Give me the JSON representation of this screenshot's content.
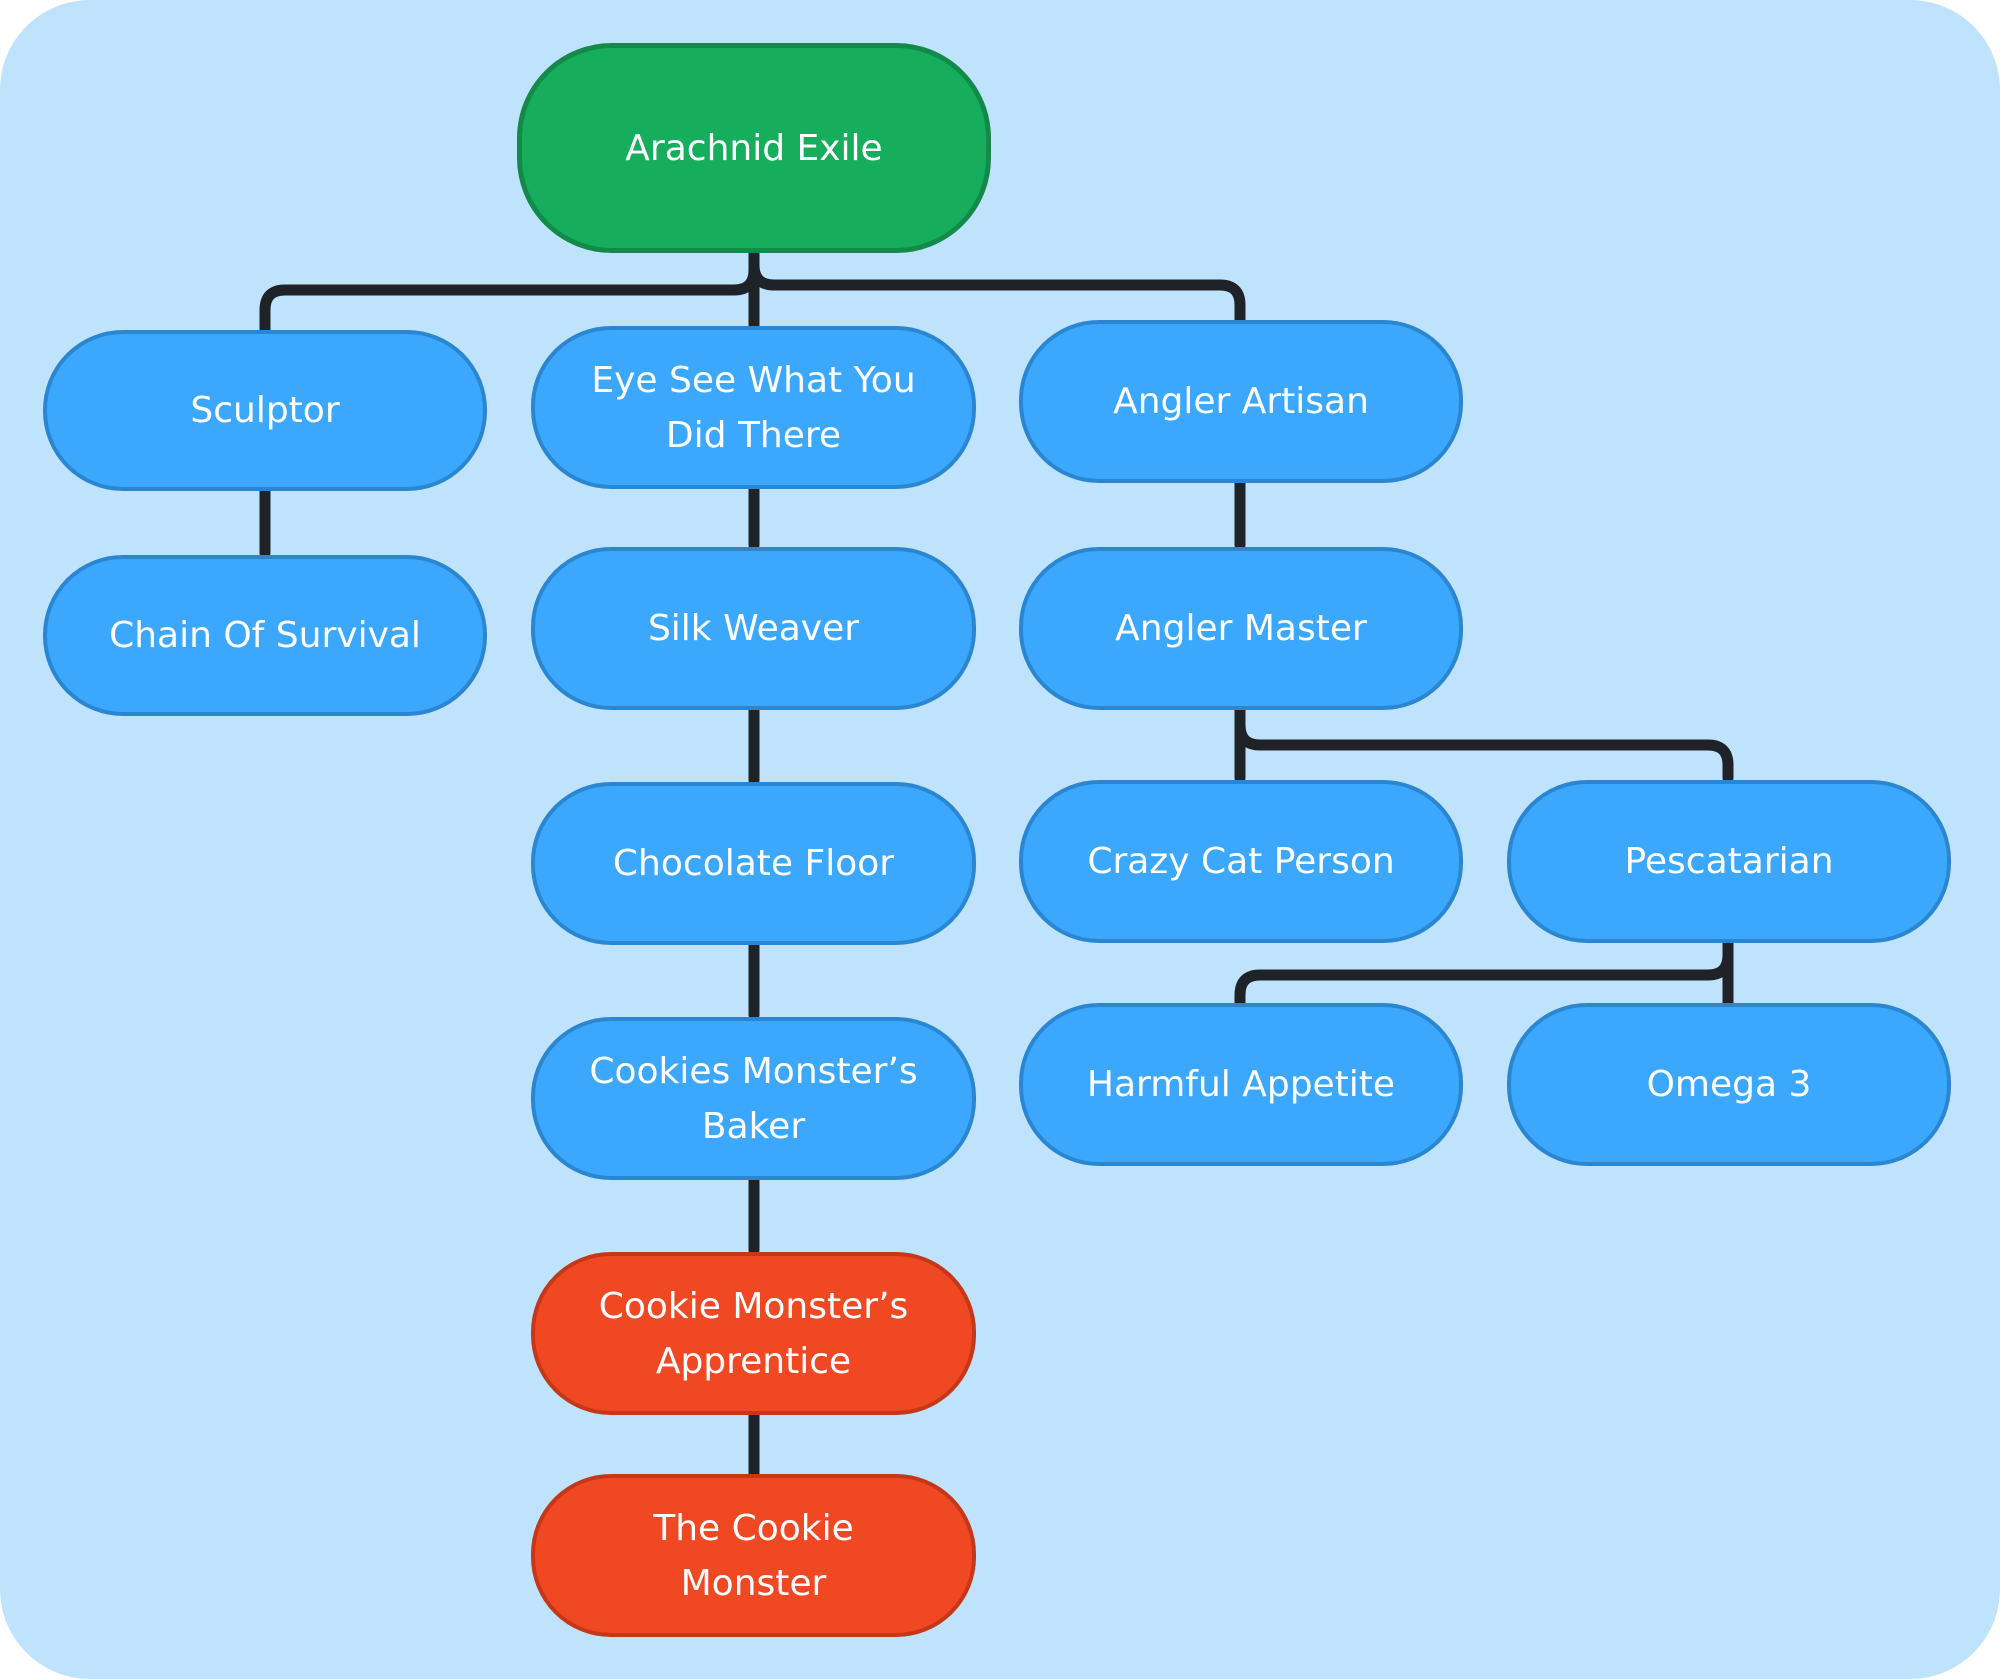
{
  "colors": {
    "background": "#bfe3fd",
    "root_fill": "#16ae5c",
    "node_fill": "#3ca8fd",
    "final_fill": "#f04822",
    "connector": "#1f2328",
    "text": "#ffffff"
  },
  "nodes": {
    "arachnid_exile": "Arachnid Exile",
    "sculptor": "Sculptor",
    "chain_of_survival": "Chain Of Survival",
    "eye_see_what_you_did_there": "Eye See What You Did There",
    "silk_weaver": "Silk Weaver",
    "chocolate_floor": "Chocolate Floor",
    "cookies_monsters_baker": "Cookies Monster’s Baker",
    "cookie_monsters_apprentice": "Cookie Monster’s Apprentice",
    "the_cookie_monster": "The Cookie Monster",
    "angler_artisan": "Angler Artisan",
    "angler_master": "Angler Master",
    "crazy_cat_person": "Crazy Cat Person",
    "pescatarian": "Pescatarian",
    "harmful_appetite": "Harmful Appetite",
    "omega_3": "Omega 3"
  },
  "edges": [
    [
      "arachnid_exile",
      "sculptor"
    ],
    [
      "arachnid_exile",
      "eye_see_what_you_did_there"
    ],
    [
      "arachnid_exile",
      "angler_artisan"
    ],
    [
      "sculptor",
      "chain_of_survival"
    ],
    [
      "eye_see_what_you_did_there",
      "silk_weaver"
    ],
    [
      "silk_weaver",
      "chocolate_floor"
    ],
    [
      "chocolate_floor",
      "cookies_monsters_baker"
    ],
    [
      "cookies_monsters_baker",
      "cookie_monsters_apprentice"
    ],
    [
      "cookie_monsters_apprentice",
      "the_cookie_monster"
    ],
    [
      "angler_artisan",
      "angler_master"
    ],
    [
      "angler_master",
      "crazy_cat_person"
    ],
    [
      "angler_master",
      "pescatarian"
    ],
    [
      "pescatarian",
      "harmful_appetite"
    ],
    [
      "pescatarian",
      "omega_3"
    ]
  ]
}
